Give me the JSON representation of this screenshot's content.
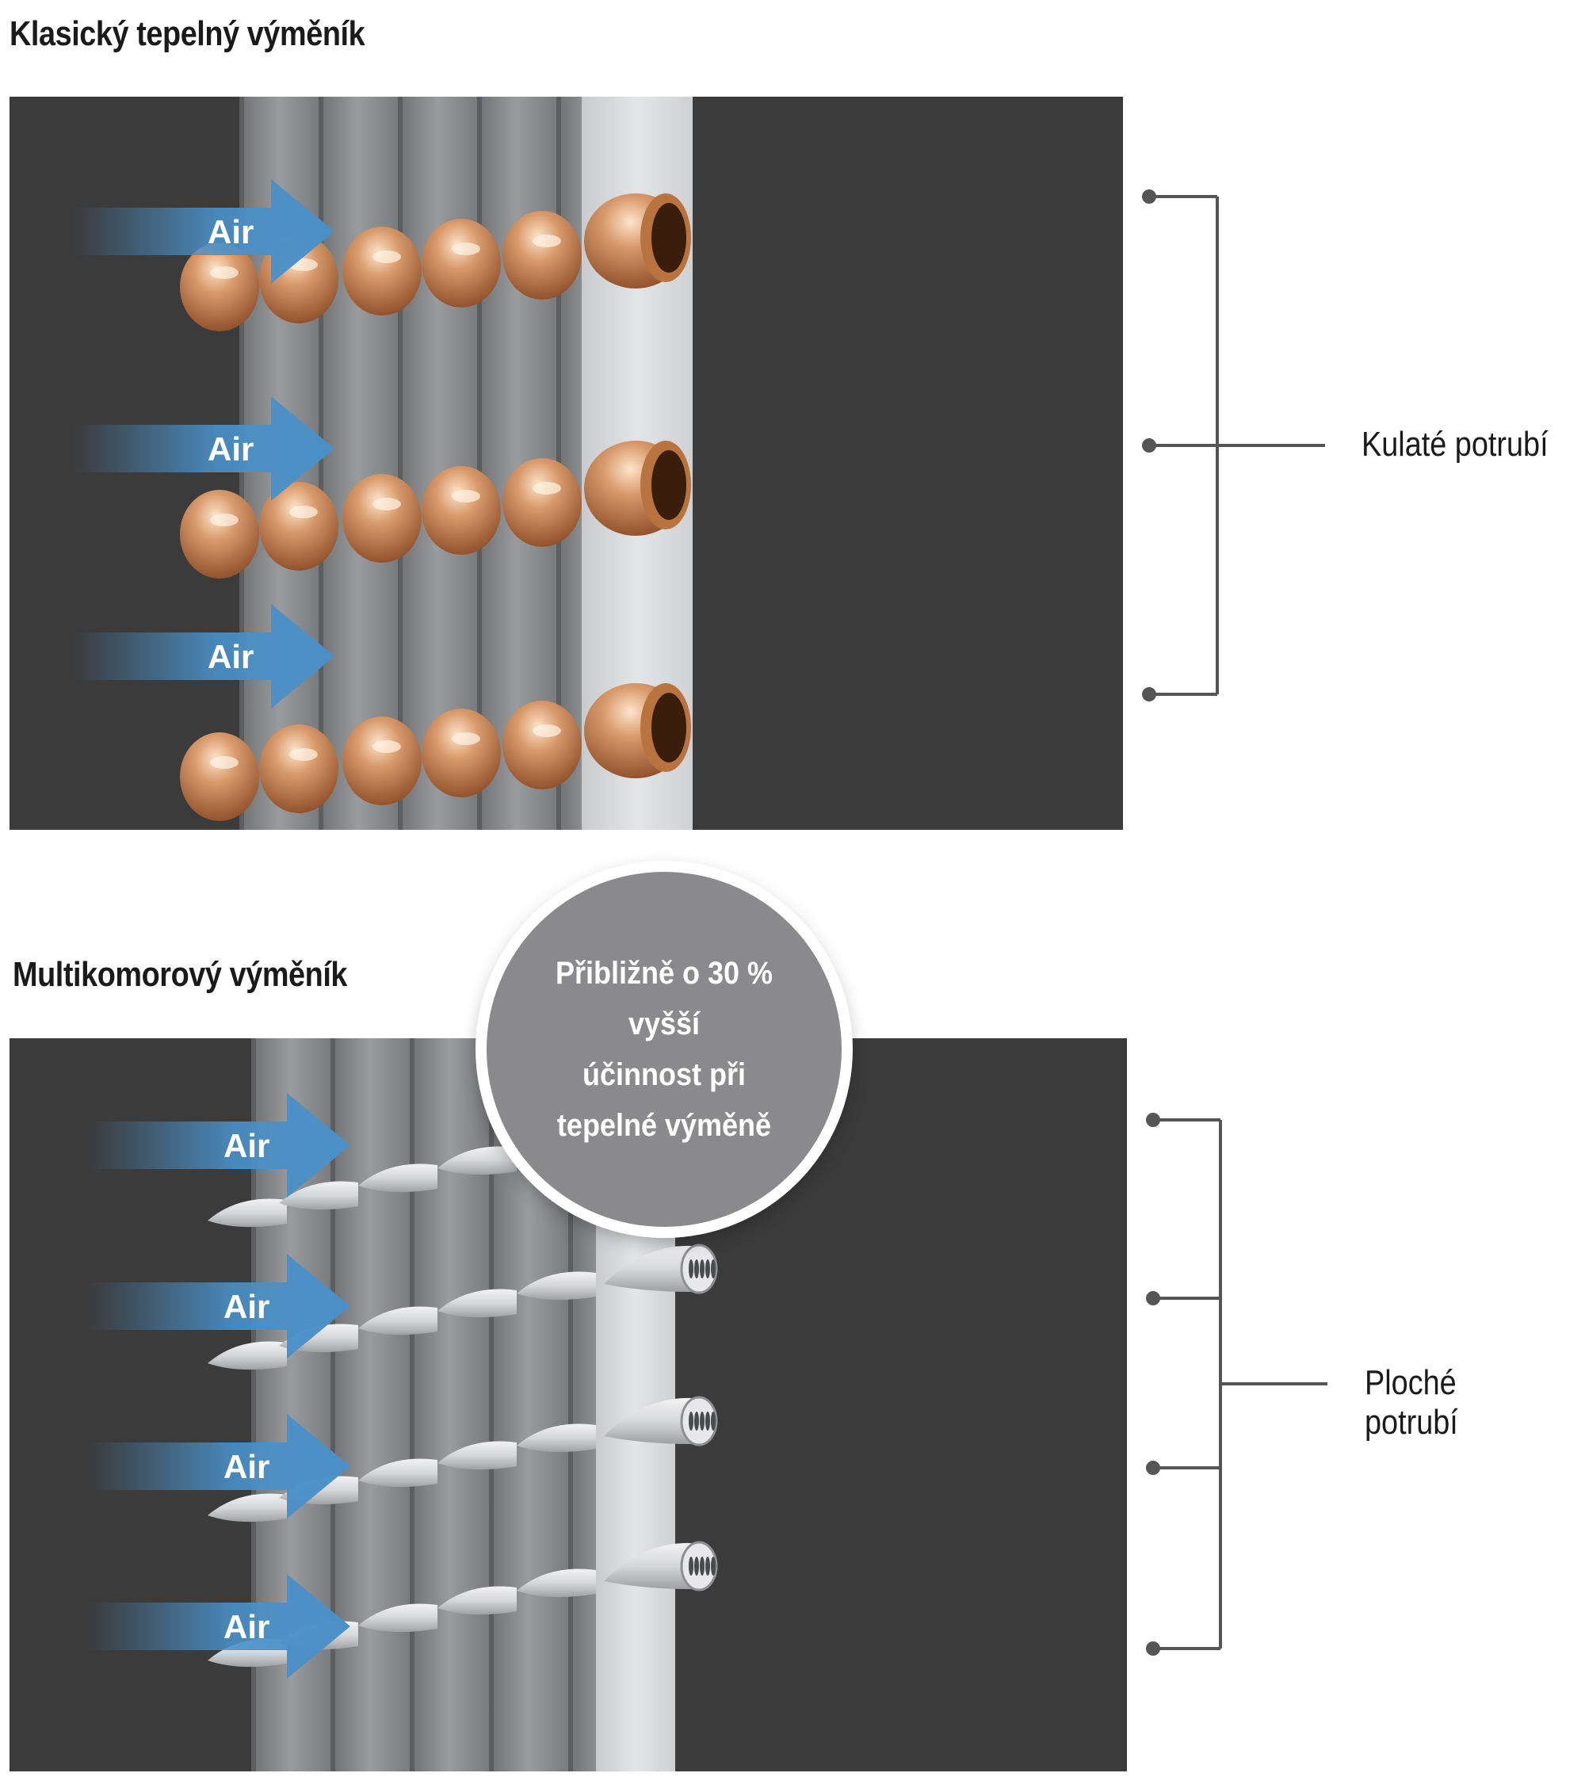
{
  "sections": [
    {
      "title": "Klasický tepelný výměník",
      "label": "Kulaté potrubí",
      "arrow_label": "Air",
      "arrow_count": 3,
      "tube_rows": 3,
      "tube_type": "round-copper"
    },
    {
      "title": "Multikomorový výměník",
      "label": "Ploché potrubí",
      "arrow_label": "Air",
      "arrow_count": 4,
      "tube_rows": 4,
      "tube_type": "flat-multichannel"
    }
  ],
  "badge": {
    "text": "Přibližně o 30 %\nvyšší\núčinnost při\ntepelné výměně"
  },
  "colors": {
    "panel_bg": "#3b3b3b",
    "arrow_blue": "#4a90c8",
    "copper": "#c98a5c",
    "fin_gray": "#8f9092",
    "badge_gray": "#8a8a8c",
    "bracket": "#555555"
  },
  "icons": [
    "air-arrow-icon",
    "copper-tube-icon",
    "flat-tube-icon",
    "bracket-icon"
  ]
}
